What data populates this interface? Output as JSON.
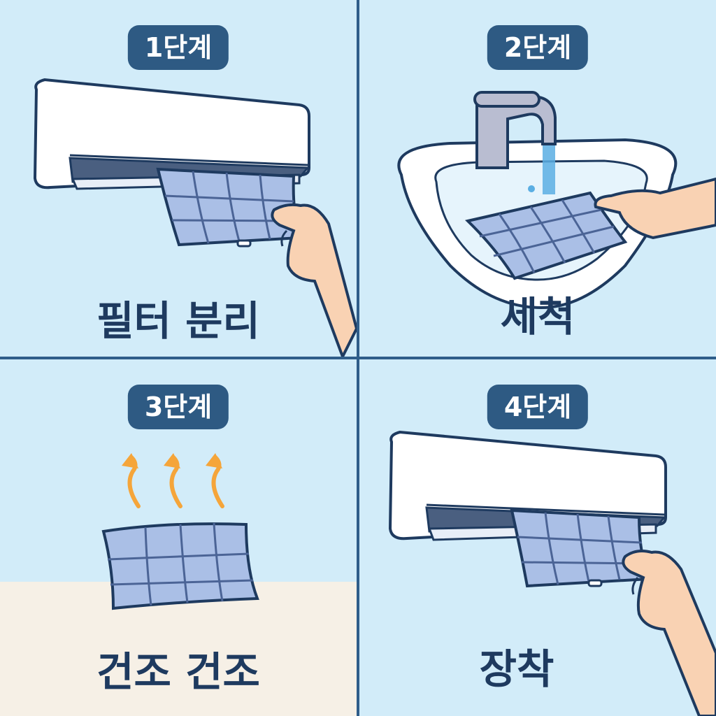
{
  "steps": [
    {
      "badge": "1단계",
      "caption": "필터 분리",
      "illustration": "air-conditioner-filter-removal"
    },
    {
      "badge": "2단계",
      "caption": "세척",
      "illustration": "sink-filter-washing"
    },
    {
      "badge": "3단계",
      "caption": "건조 건조",
      "illustration": "filter-drying"
    },
    {
      "badge": "4단계",
      "caption": "장착",
      "illustration": "air-conditioner-filter-installation"
    }
  ],
  "colors": {
    "panel_bg": "#d2ecf9",
    "divider": "#2f5d8a",
    "badge_bg": "#2e5a83",
    "text": "#1e3a5f",
    "filter": "#aabfe6",
    "filter_grid": "#4b6496",
    "skin": "#f9d2b3",
    "floor": "#f6f0e6",
    "arrow": "#f5a53a",
    "water": "#5aaee3"
  }
}
